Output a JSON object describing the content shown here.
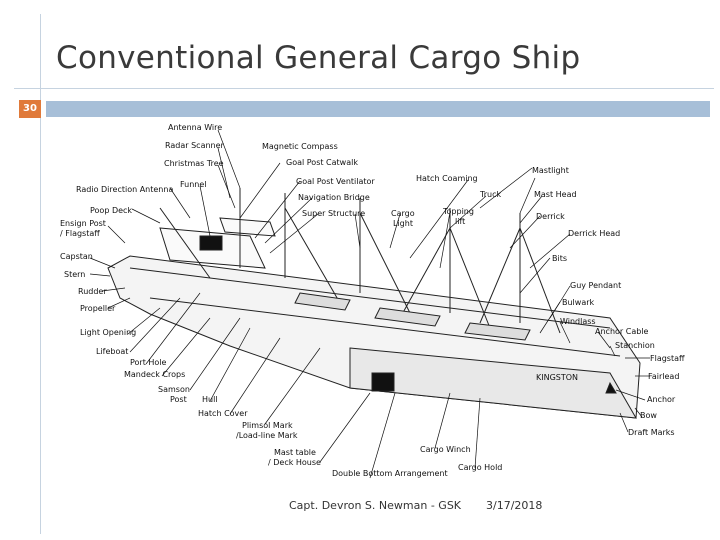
{
  "slide": {
    "title": "Conventional General Cargo Ship",
    "number": "30",
    "footer_left": "Capt. Devron S. Newman - GSK",
    "footer_right": "3/17/2018"
  },
  "labels": {
    "antenna_wire": "Antenna Wire",
    "radar_scanner": "Radar Scanner",
    "christmas_tree": "Christmas Tree",
    "radio_direction_antenna": "Radio Direction Antenna",
    "funnel": "Funnel",
    "poop_deck": "Poop Deck",
    "ensign_post_1": "Ensign Post",
    "ensign_post_2": "/ Flagstaff",
    "capstan": "Capstan",
    "stern": "Stern",
    "rudder": "Rudder",
    "propeller": "Propeller",
    "light_opening": "Light Opening",
    "lifeboat": "Lifeboat",
    "port_hole": "Port Hole",
    "mandeck_crops": "Mandeck Crops",
    "samson_post_1": "Samson",
    "samson_post_2": "Post",
    "hull": "Hull",
    "hatch_cover": "Hatch Cover",
    "plimsol_mark_1": "Plimsol Mark",
    "plimsol_mark_2": "/Load-line Mark",
    "magnetic_compass": "Magnetic Compass",
    "goal_post_catwalk": "Goal Post Catwalk",
    "goal_post_ventilator": "Goal Post Ventilator",
    "navigation_bridge": "Navigation Bridge",
    "super_structure": "Super Structure",
    "cargo_light_1": "Cargo",
    "cargo_light_2": "Light",
    "hatch_coaming": "Hatch Coaming",
    "topping_lift_1": "Topping",
    "topping_lift_2": "lift",
    "truck": "Truck",
    "mast_head": "Mast Head",
    "mastlight": "Mastlight",
    "derrick": "Derrick",
    "derrick_head": "Derrick Head",
    "bits": "Bits",
    "guy_pendant": "Guy Pendant",
    "bulwark": "Bulwark",
    "windlass": "Windlass",
    "anchor_cable": "Anchor Cable",
    "stanchion": "Stanchion",
    "flagstaff": "Flagstaff",
    "fairlead": "Fairlead",
    "anchor": "Anchor",
    "bow": "Bow",
    "draft_marks": "Draft Marks",
    "mast_table_1": "Mast table",
    "mast_table_2": "/ Deck House",
    "cargo_winch": "Cargo Winch",
    "double_bottom": "Double Bottom Arrangement",
    "cargo_hold": "Cargo Hold",
    "ship_name": "KINGSTON"
  }
}
